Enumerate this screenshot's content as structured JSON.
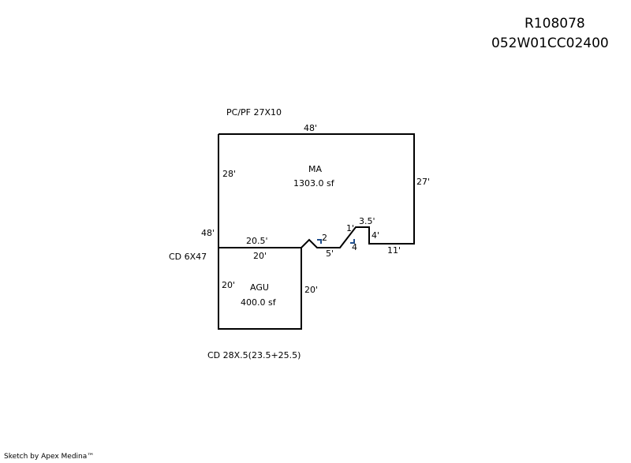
{
  "header": {
    "parcel_id": "R108078",
    "map_id": "052W01CC02400"
  },
  "notes": {
    "top": "PC/PF 27X10",
    "left": "CD 6X47",
    "bottom": "CD 28X.5(23.5+25.5)"
  },
  "areas": [
    {
      "code": "MA",
      "area": "1303.0 sf"
    },
    {
      "code": "AGU",
      "area": "400.0 sf"
    }
  ],
  "dimensions": {
    "ma_top": "48'",
    "ma_left_upper": "28'",
    "ma_left_outer": "48'",
    "ma_right": "27'",
    "ma_bottom_right": "11'",
    "ma_step_vertical": "4'",
    "ma_step_top": "3.5'",
    "ma_step_short": "1'",
    "ma_bottom_mid": "5'",
    "ma_bottom_left": "20.5'",
    "agu_top": "20'",
    "agu_left": "20'",
    "agu_right": "20'"
  },
  "angle_markers": [
    "2",
    "4"
  ],
  "colors": {
    "line": "#000000",
    "angle_marker": "#1f4e8c"
  },
  "footer": "Sketch by Apex Medina™"
}
